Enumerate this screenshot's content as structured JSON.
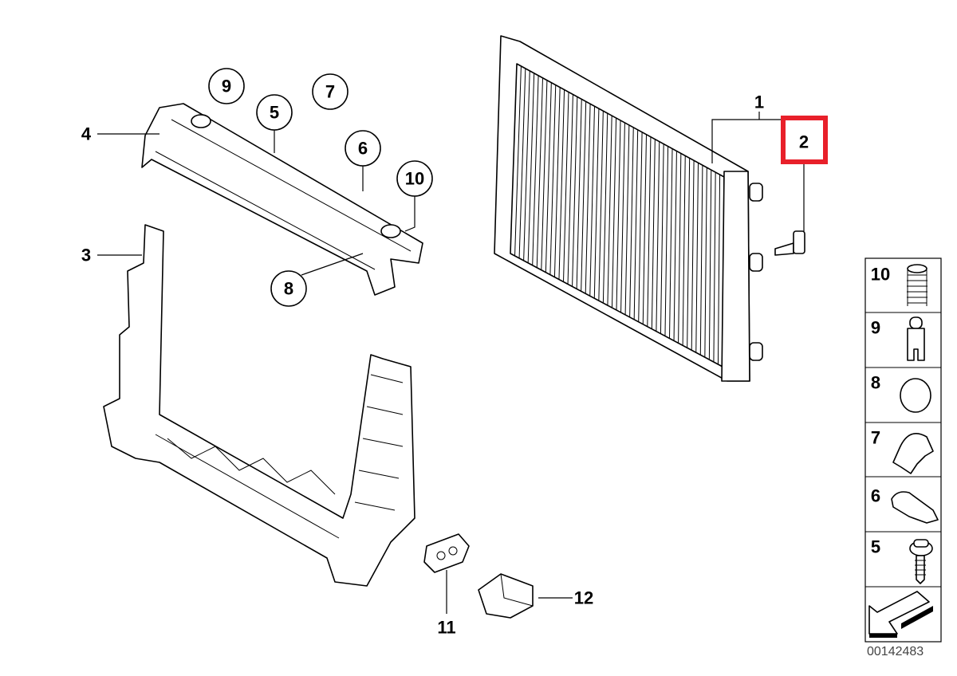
{
  "diagram": {
    "callouts_circled": [
      "9",
      "7",
      "5",
      "6",
      "10",
      "8"
    ],
    "callouts_plain": {
      "part_1": "1",
      "part_2": "2",
      "part_3": "3",
      "part_4": "4",
      "part_11": "11",
      "part_12": "12"
    },
    "highlight_color": "#e8202a",
    "highlighted_part": "2"
  },
  "legend": {
    "items": [
      {
        "number": "10",
        "icon": "grommet-icon"
      },
      {
        "number": "9",
        "icon": "plug-icon"
      },
      {
        "number": "8",
        "icon": "cap-icon"
      },
      {
        "number": "7",
        "icon": "clip-icon"
      },
      {
        "number": "6",
        "icon": "clip-nut-icon"
      },
      {
        "number": "5",
        "icon": "screw-icon"
      }
    ],
    "arrow_icon": "direction-arrow-icon"
  },
  "diagram_id": "00142483"
}
